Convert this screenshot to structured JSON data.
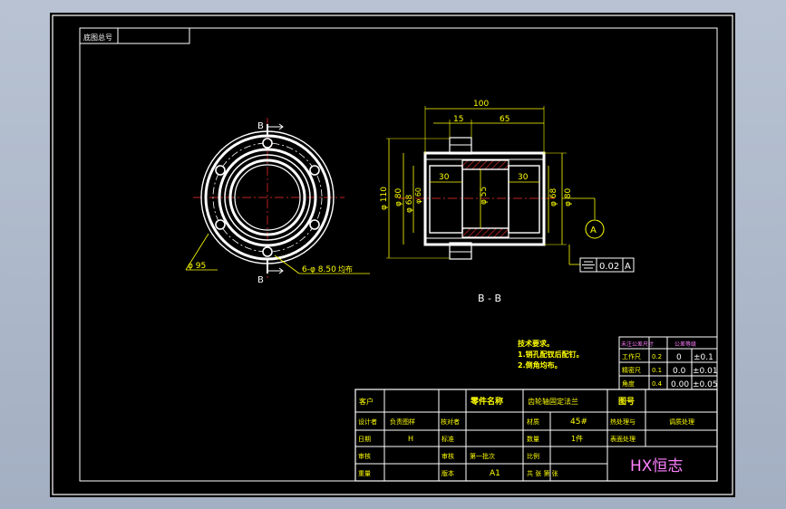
{
  "colors": {
    "background": "#000000",
    "frame": "#ffffff",
    "dimension": "#ffff00",
    "centerline": "#ff3030",
    "hatch": "#ff3030",
    "title_text": "#ffff00",
    "pink_text": "#ff80ff"
  },
  "corner_box": {
    "label": "底图总号"
  },
  "front_view": {
    "section_label_top": "B",
    "section_label_bottom": "B",
    "dia_label": "φ 95",
    "holes_label": "6-φ 8.50",
    "holes_note": "均布"
  },
  "section_view": {
    "title": "B - B",
    "dim_overall": "100",
    "dim_flange": "15",
    "dim_body": "65",
    "dim_30_left": "30",
    "dim_30_right": "30",
    "dim_d110": "φ 110",
    "dim_d80_left": "φ 80",
    "dim_d68_left": "φ 68",
    "dim_d60": "φ 60",
    "dim_d55": "φ 55",
    "dim_d68_right": "φ 68",
    "dim_d80_right": "φ 80",
    "datum": "A",
    "tolerance_value": "0.02",
    "tolerance_datum": "A"
  },
  "tech_notes": {
    "title": "技术要求。",
    "line1": "1.销孔配钗后配钉。",
    "line2": "2.倒角均布。"
  },
  "tolerance_table": {
    "header_left": "未注公差尺寸",
    "header_right": "公差等级",
    "rows": [
      {
        "label": "工作尺",
        "a": "0.2",
        "b": "0",
        "c": "±0.1"
      },
      {
        "label": "精密尺",
        "a": "0.1",
        "b": "0.0",
        "c": "±0.01"
      },
      {
        "label": "角度",
        "a": "0.4",
        "b": "0.00",
        "c": "±0.05"
      }
    ]
  },
  "title_block": {
    "r1": {
      "client": "客户",
      "part_name_label": "零件名称",
      "part_name": "齿轮轴固定法兰",
      "drawing_no_label": "图号"
    },
    "r2": {
      "c1": "设计者",
      "c2": "负责图样",
      "c3": "核对者",
      "c4": "材质",
      "material": "45#",
      "c6": "热处理与",
      "c7": "调质处理"
    },
    "r3": {
      "c1": "日期",
      "c2": "H",
      "c3": "标准",
      "c4": "数量",
      "qty": "1件",
      "c6": "表面处理"
    },
    "r4": {
      "c1": "审核",
      "c3": "审核",
      "c4": "第一批次",
      "c5": "比例"
    },
    "r5": {
      "c1": "重量",
      "c3": "版本",
      "c4": "A1",
      "sheets": "共  张  第  张"
    },
    "brand": "HX恒志"
  }
}
